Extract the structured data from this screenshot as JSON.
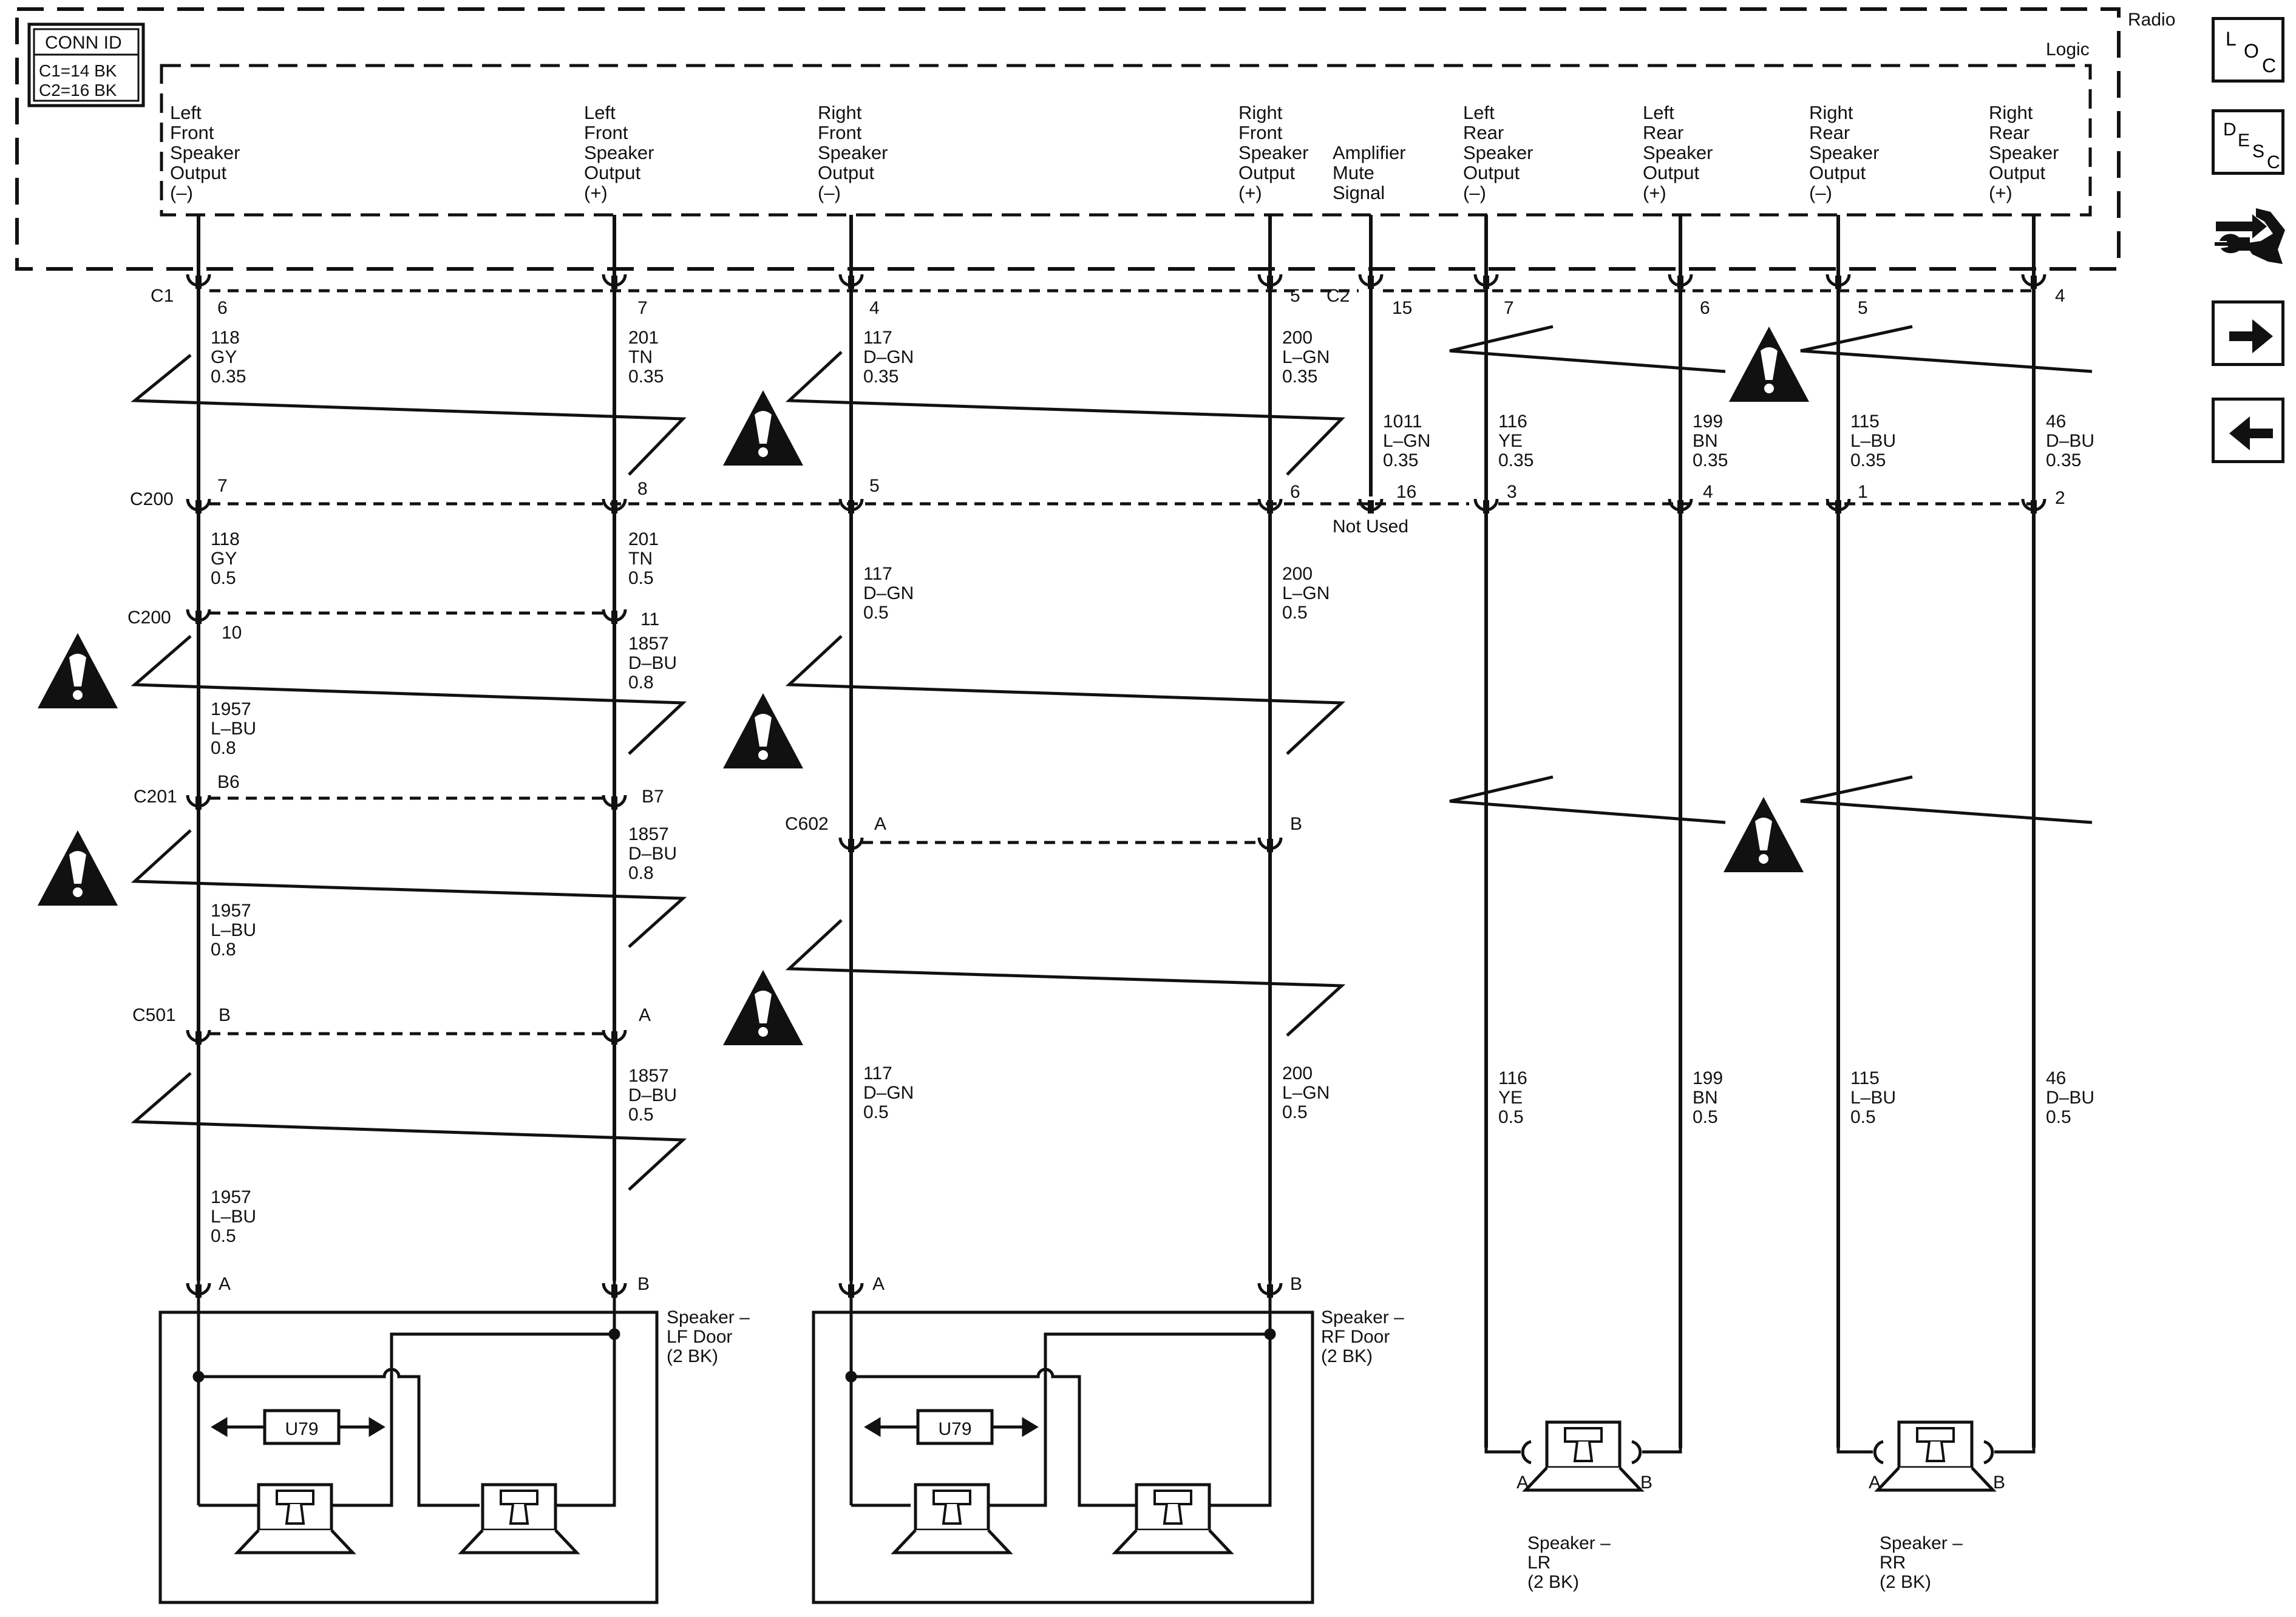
{
  "conn_id": {
    "title": "CONN ID",
    "lines": [
      "C1=14 BK",
      "C2=16 BK"
    ]
  },
  "radio": {
    "label": "Radio",
    "logic": "Logic"
  },
  "outputs": [
    {
      "lines": [
        "Left",
        "Front",
        "Speaker",
        "Output",
        "(–)"
      ]
    },
    {
      "lines": [
        "Left",
        "Front",
        "Speaker",
        "Output",
        "(+)"
      ]
    },
    {
      "lines": [
        "Right",
        "Front",
        "Speaker",
        "Output",
        "(–)"
      ]
    },
    {
      "lines": [
        "Right",
        "Front",
        "Speaker",
        "Output",
        "(+)"
      ]
    },
    {
      "lines": [
        "Amplifier",
        "Mute",
        "Signal"
      ]
    },
    {
      "lines": [
        "Left",
        "Rear",
        "Speaker",
        "Output",
        "(–)"
      ]
    },
    {
      "lines": [
        "Left",
        "Rear",
        "Speaker",
        "Output",
        "(+)"
      ]
    },
    {
      "lines": [
        "Right",
        "Rear",
        "Speaker",
        "Output",
        "(–)"
      ]
    },
    {
      "lines": [
        "Right",
        "Rear",
        "Speaker",
        "Output",
        "(+)"
      ]
    }
  ],
  "connector_names": {
    "c1": "C1",
    "c2": "C2",
    "c200_a": "C200",
    "c200_b": "C200",
    "c201": "C201",
    "c501": "C501",
    "c602": "C602"
  },
  "pins": {
    "c1": [
      "6",
      "7",
      "4",
      "5"
    ],
    "c2": [
      "15",
      "7",
      "6",
      "5",
      "4"
    ],
    "c200_a": [
      "7",
      "8",
      "5",
      "6",
      "16",
      "3",
      "4",
      "1",
      "2"
    ],
    "c200_b": [
      "10",
      "11"
    ],
    "c201": [
      "B6",
      "B7"
    ],
    "c501": [
      "B",
      "A"
    ],
    "c602": [
      "A",
      "B"
    ],
    "lf_door": [
      "A",
      "B"
    ],
    "rf_door": [
      "A",
      "B"
    ],
    "lr": [
      "A",
      "B"
    ],
    "rr": [
      "A",
      "B"
    ]
  },
  "not_used": "Not Used",
  "wires": [
    {
      "lines": [
        "118",
        "GY",
        "0.35"
      ]
    },
    {
      "lines": [
        "201",
        "TN",
        "0.35"
      ]
    },
    {
      "lines": [
        "117",
        "D–GN",
        "0.35"
      ]
    },
    {
      "lines": [
        "200",
        "L–GN",
        "0.35"
      ]
    },
    {
      "lines": [
        "1011",
        "L–GN",
        "0.35"
      ]
    },
    {
      "lines": [
        "116",
        "YE",
        "0.35"
      ]
    },
    {
      "lines": [
        "199",
        "BN",
        "0.35"
      ]
    },
    {
      "lines": [
        "115",
        "L–BU",
        "0.35"
      ]
    },
    {
      "lines": [
        "46",
        "D–BU",
        "0.35"
      ]
    },
    {
      "lines": [
        "118",
        "GY",
        "0.5"
      ]
    },
    {
      "lines": [
        "201",
        "TN",
        "0.5"
      ]
    },
    {
      "lines": [
        "117",
        "D–GN",
        "0.5"
      ]
    },
    {
      "lines": [
        "200",
        "L–GN",
        "0.5"
      ]
    },
    {
      "lines": [
        "1957",
        "L–BU",
        "0.8"
      ]
    },
    {
      "lines": [
        "1857",
        "D–BU",
        "0.8"
      ]
    },
    {
      "lines": [
        "1957",
        "L–BU",
        "0.8"
      ]
    },
    {
      "lines": [
        "1857",
        "D–BU",
        "0.8"
      ]
    },
    {
      "lines": [
        "1957",
        "L–BU",
        "0.5"
      ]
    },
    {
      "lines": [
        "1857",
        "D–BU",
        "0.5"
      ]
    },
    {
      "lines": [
        "117",
        "D–GN",
        "0.5"
      ]
    },
    {
      "lines": [
        "200",
        "L–GN",
        "0.5"
      ]
    },
    {
      "lines": [
        "116",
        "YE",
        "0.5"
      ]
    },
    {
      "lines": [
        "199",
        "BN",
        "0.5"
      ]
    },
    {
      "lines": [
        "115",
        "L–BU",
        "0.5"
      ]
    },
    {
      "lines": [
        "46",
        "D–BU",
        "0.5"
      ]
    }
  ],
  "speakers": [
    {
      "lines": [
        "Speaker –",
        "LF Door",
        "(2 BK)"
      ],
      "option": "U79"
    },
    {
      "lines": [
        "Speaker –",
        "RF Door",
        "(2 BK)"
      ],
      "option": "U79"
    },
    {
      "lines": [
        "Speaker –",
        "LR",
        "(2 BK)"
      ]
    },
    {
      "lines": [
        "Speaker –",
        "RR",
        "(2 BK)"
      ]
    }
  ],
  "nav": {
    "loc": [
      "L",
      "O",
      "C"
    ],
    "desc": [
      "D",
      "E",
      "S",
      "C"
    ],
    "icons": [
      "connector-end-view-icon",
      "next-page-arrow-icon",
      "previous-page-arrow-icon"
    ]
  },
  "colors": {
    "line": "#111111",
    "background": "#ffffff"
  }
}
